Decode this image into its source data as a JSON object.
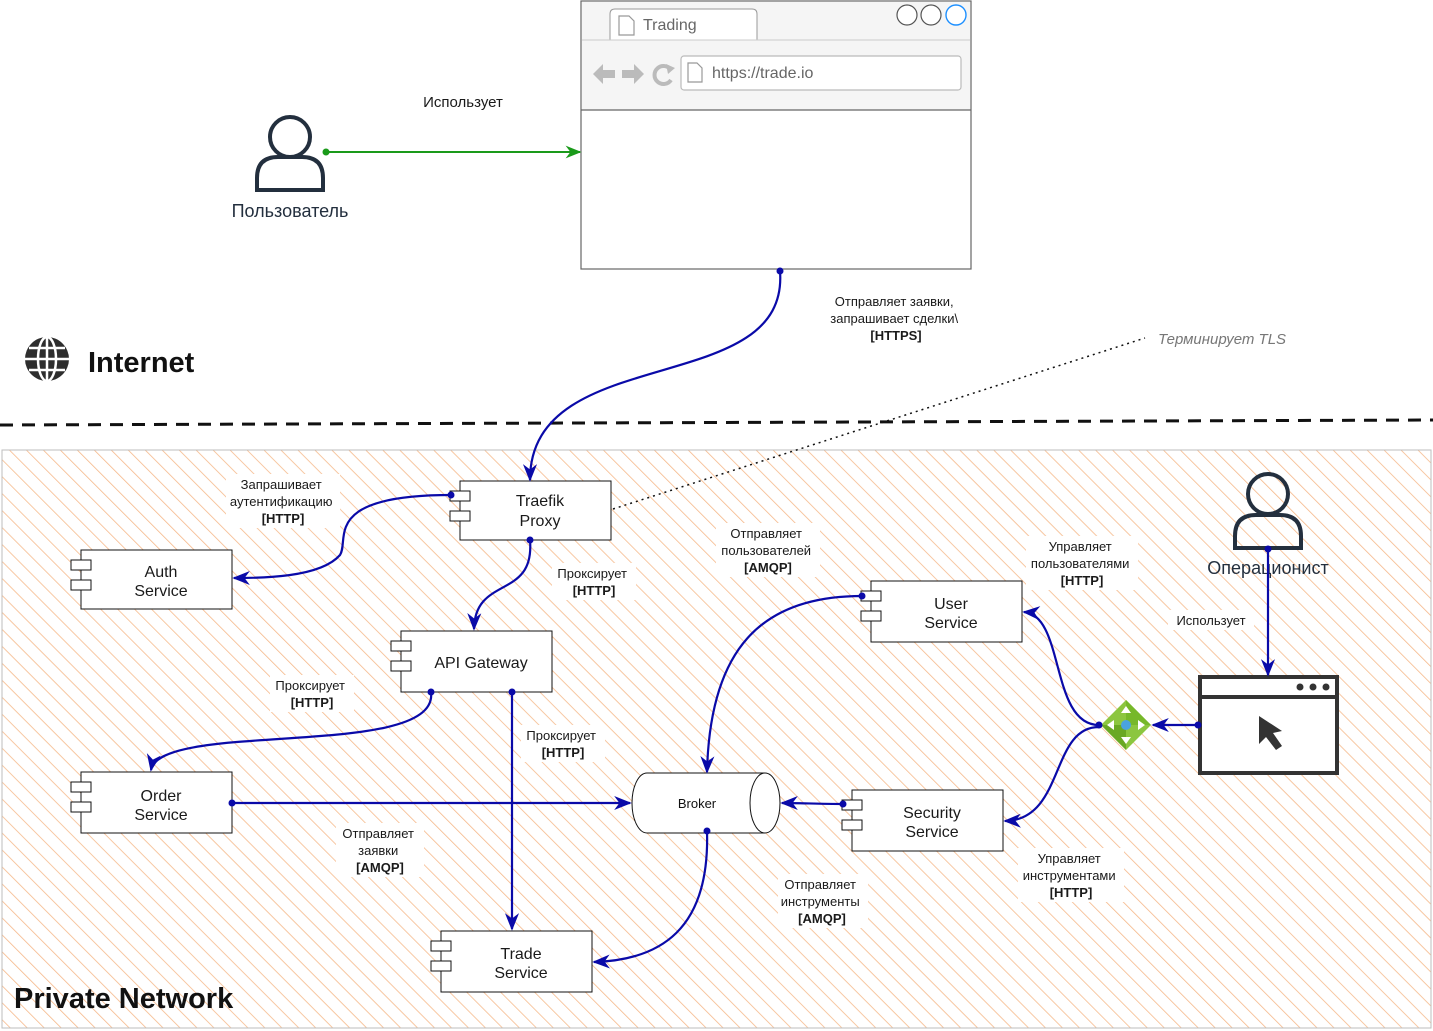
{
  "actors": {
    "user": "Пользователь",
    "operator": "Операционист"
  },
  "browser": {
    "tab": "Trading",
    "url": "https://trade.io"
  },
  "zones": {
    "internet": "Internet",
    "private": "Private Network"
  },
  "components": {
    "traefik": [
      "Traefik",
      "Proxy"
    ],
    "auth": [
      "Auth",
      "Service"
    ],
    "gateway": "API Gateway",
    "order": [
      "Order",
      "Service"
    ],
    "trade": [
      "Trade",
      "Service"
    ],
    "user_service": [
      "User",
      "Service"
    ],
    "security": [
      "Security",
      "Service"
    ],
    "broker": "Broker"
  },
  "edges": {
    "uses_browser": "Использует",
    "browser_to_traefik": [
      "Отправляет заявки,",
      "запрашивает сделки\\",
      "[HTTPS]"
    ],
    "tls_note": "Терминирует TLS",
    "auth": [
      "Запрашивает",
      "аутентификацию",
      "[HTTP]"
    ],
    "proxy_gateway": [
      "Проксирует",
      "[HTTP]"
    ],
    "proxy_order": [
      "Проксирует",
      "[HTTP]"
    ],
    "proxy_trade": [
      "Проксирует",
      "[HTTP]"
    ],
    "order_broker": [
      "Отправляет",
      "заявки",
      "[AMQP]"
    ],
    "users_broker": [
      "Отправляет",
      "пользователей",
      "[AMQP]"
    ],
    "manage_users": [
      "Управляет",
      "пользователями",
      "[HTTP]"
    ],
    "security_broker": [
      "Отправляет",
      "инструменты",
      "[AMQP]"
    ],
    "manage_instruments": [
      "Управляет",
      "инструментами",
      "[HTTP]"
    ],
    "operator_uses": "Использует"
  },
  "colors": {
    "edge": "#0a0aa8",
    "uses_edge": "#1a9a1a",
    "hatch": "#f6b98a",
    "router": "#8cc63f"
  }
}
